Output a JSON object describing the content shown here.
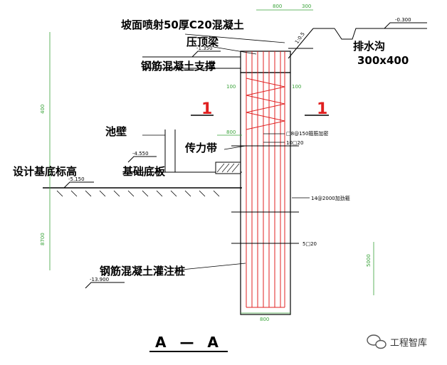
{
  "labels": {
    "slope_spray": "坡面喷射50厚C20混凝土",
    "crown_beam": "压顶梁",
    "rc_strut": "钢筋混凝土支撑",
    "drain": "排水沟",
    "drain_size": "300x400",
    "pool_wall": "池壁",
    "transfer_strip": "传力带",
    "design_base_elev": "设计基底标高",
    "foundation_slab": "基础底板",
    "bored_pile": "钢筋混凝土灌注桩",
    "section_title": "A — A"
  },
  "section_marks": {
    "left": "1",
    "right": "1"
  },
  "elevations": {
    "top_right": "-0.300",
    "strut_top": "-1.350",
    "slab_top": "-4.550",
    "base": "-5.150",
    "pile_tip": "-13.900"
  },
  "small_notes": {
    "stirrup_note": "□8@150箍筋加密",
    "main_bar_top": "10□20",
    "stiffener": "14@2000加劲箍",
    "main_bar_bottom": "5□20",
    "slope_ratio": "1:0.5"
  },
  "dims": {
    "top_a": "800",
    "top_b": "300",
    "pile_width": "800",
    "cover_left": "100",
    "cover_right": "100",
    "offset": "800",
    "left_upper": "400",
    "left_lower": "8700",
    "right_lower": "5000"
  },
  "watermark": {
    "text": "工程智库",
    "icon": "wechat-icon"
  }
}
